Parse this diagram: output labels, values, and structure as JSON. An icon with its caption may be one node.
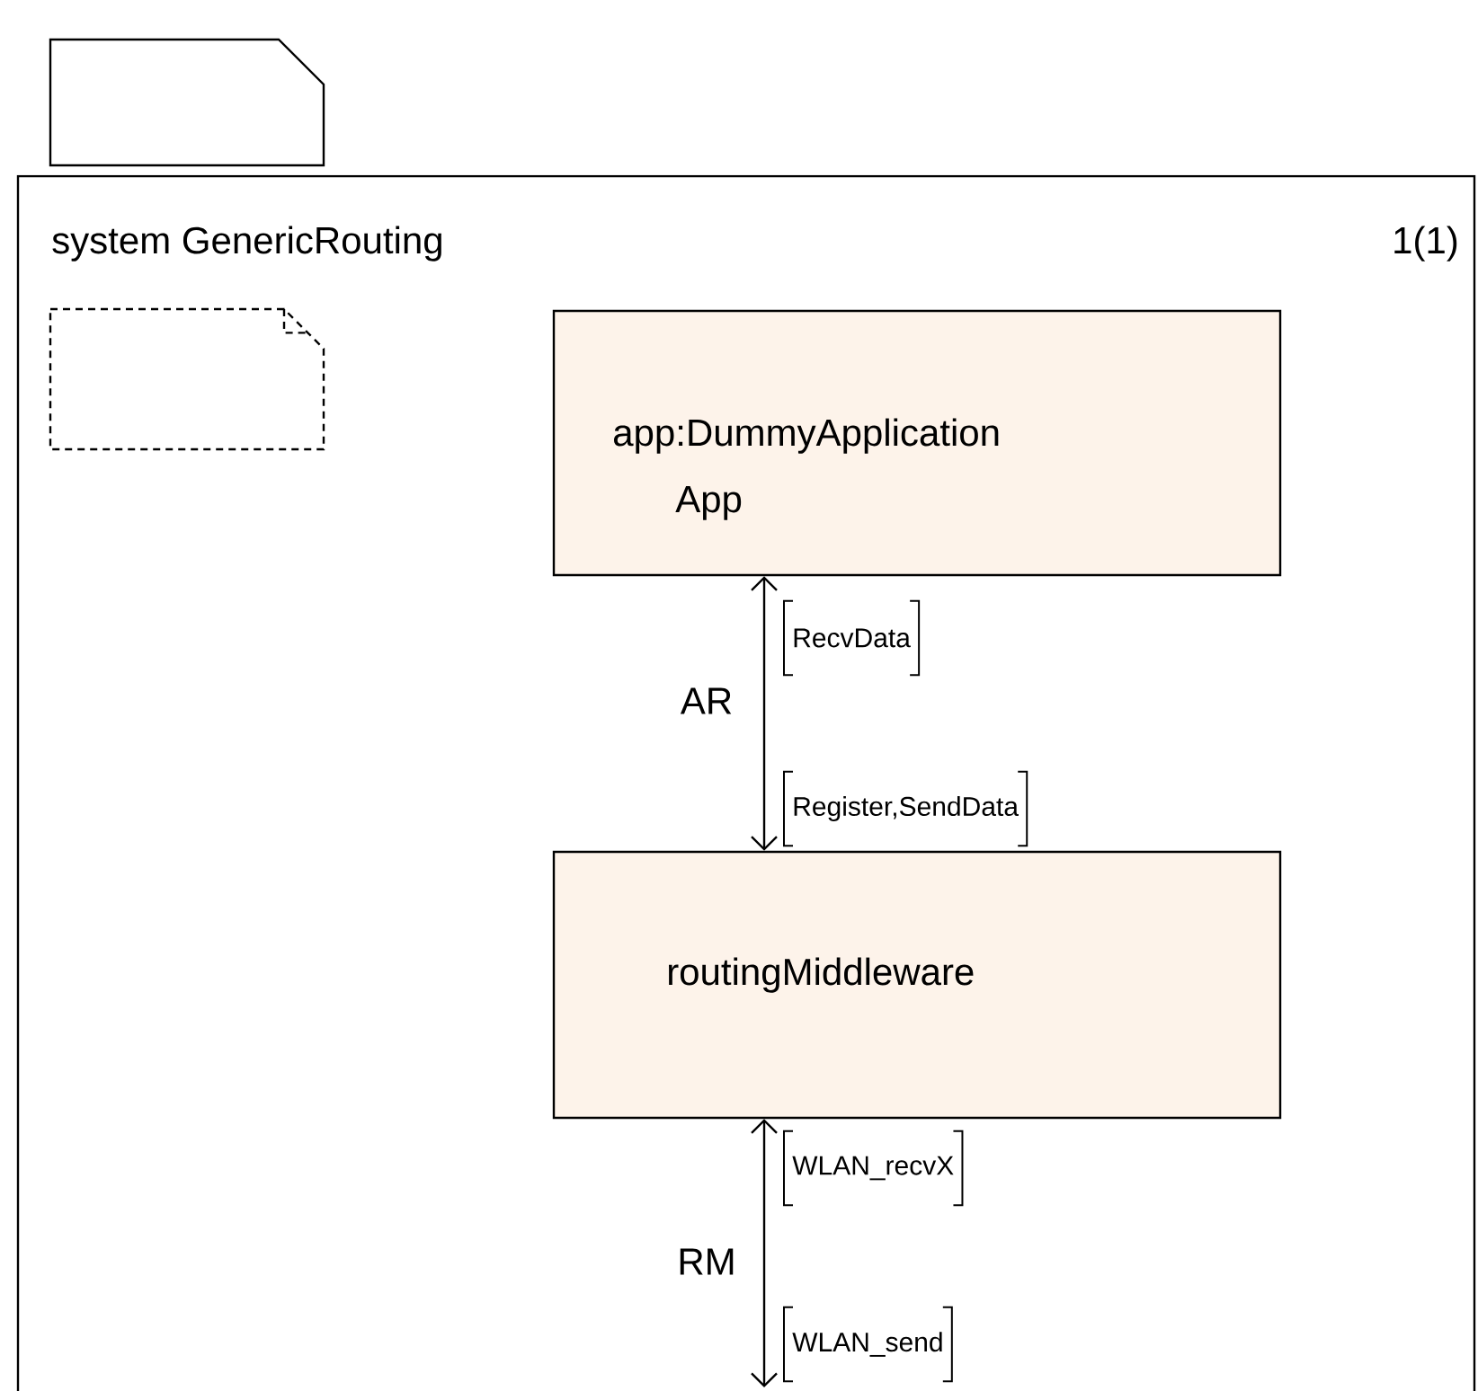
{
  "diagram": {
    "nodes": [
      {
        "text": [],
        "shape": "note"
      },
      {
        "text": [
          "system GenericRouting",
          "1(1)"
        ]
      },
      {
        "text": [],
        "shape": "note",
        "in": 1
      },
      {
        "text": [
          "app:DummyApplication",
          "App"
        ],
        "in": 1
      },
      {
        "text": [
          "routingMiddleware"
        ],
        "in": 1
      }
    ],
    "edges": [
      {
        "from": 3,
        "to": 4,
        "arrow": "both",
        "label": "AR"
      },
      {
        "from": 4,
        "to": null,
        "arrow": "both",
        "label": "RM"
      }
    ],
    "labels": [
      "RecvData",
      "Register,SendData",
      "WLAN_recvX",
      "WLAN_send"
    ]
  }
}
